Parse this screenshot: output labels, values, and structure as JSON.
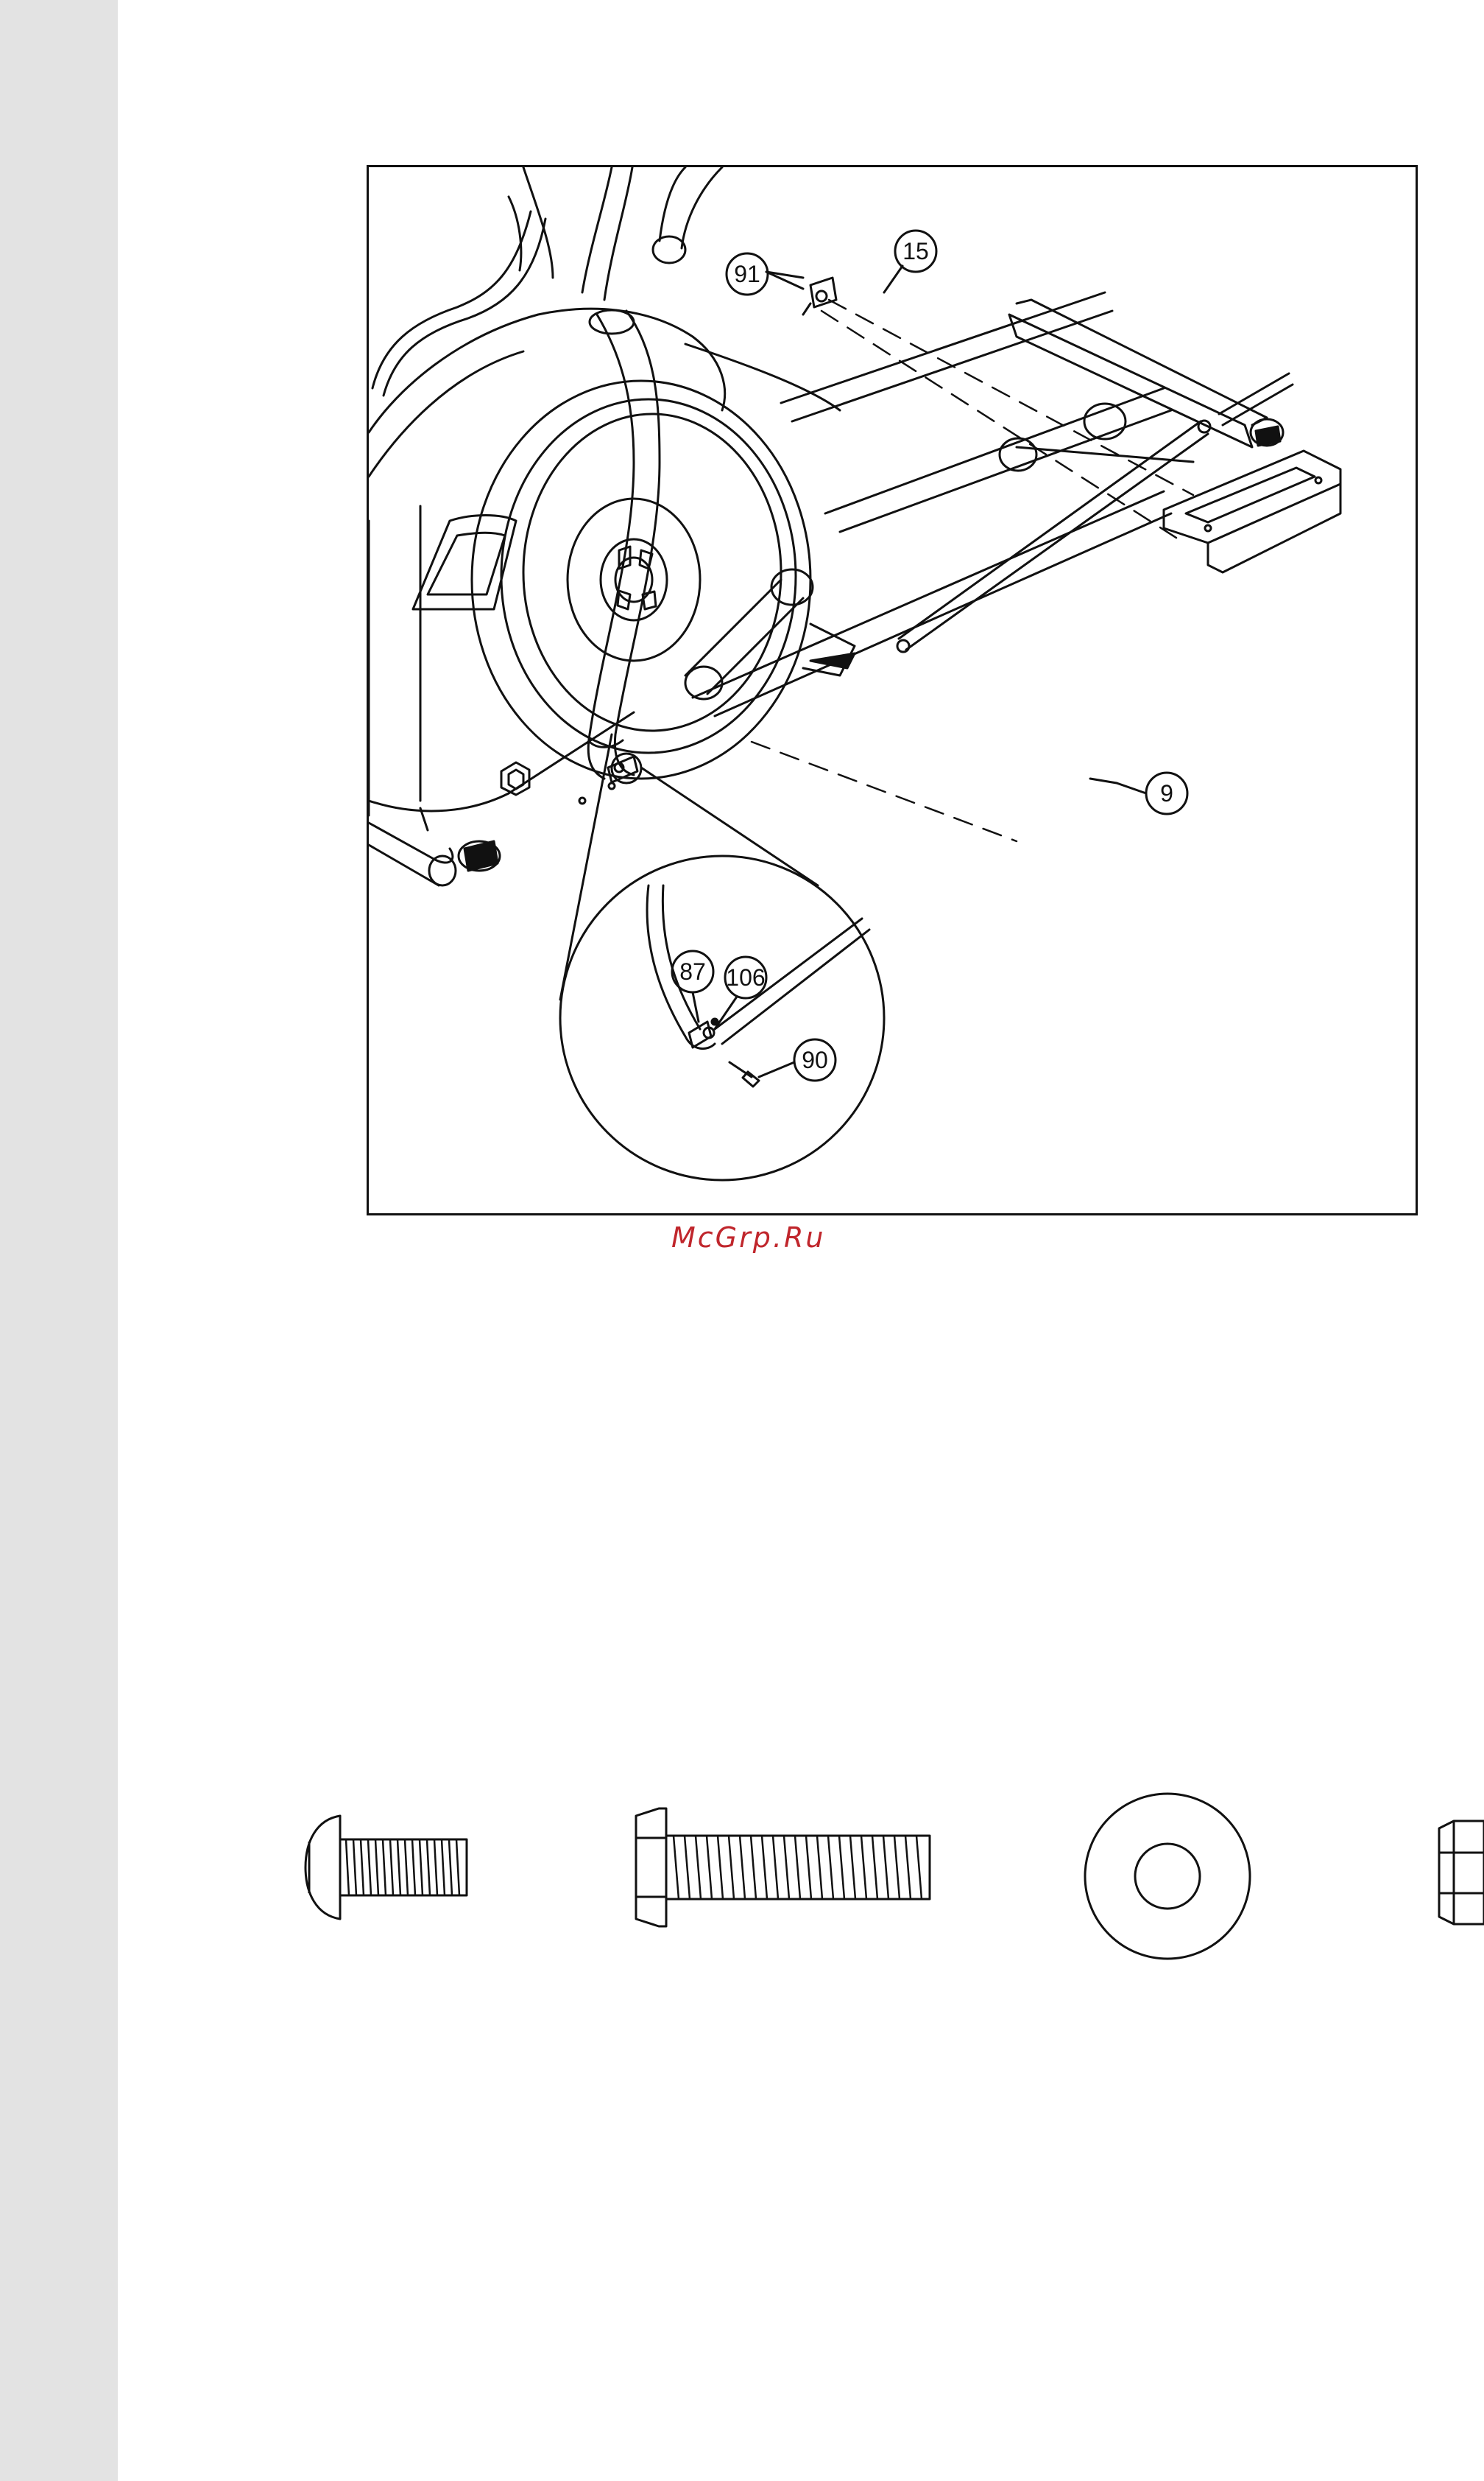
{
  "diagram": {
    "callouts": {
      "c91": "91",
      "c15": "15",
      "c9": "9",
      "c87": "87",
      "c106": "106",
      "c90": "90"
    }
  },
  "watermark": {
    "text": "McGrp.Ru",
    "color": "#c0262c"
  },
  "hardware": {
    "items": [
      {
        "icon": "button-head-bolt-icon"
      },
      {
        "icon": "hex-bolt-icon"
      },
      {
        "icon": "flat-washer-icon"
      },
      {
        "icon": "nylon-lock-nut-icon"
      }
    ]
  }
}
